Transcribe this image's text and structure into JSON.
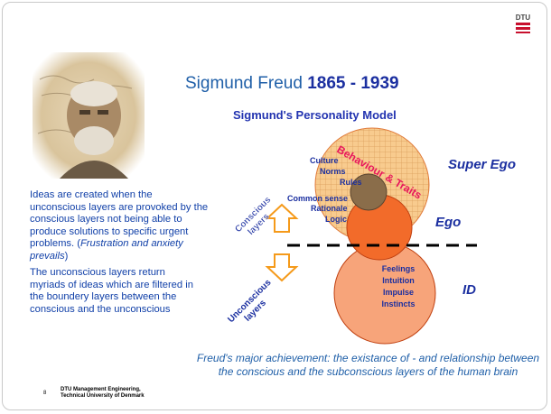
{
  "slide": {
    "title_name": "Sigmund Freud",
    "title_years": "1865 - 1939",
    "subtitle": "Sigmund's Personality Model",
    "paragraph1_main": "Ideas are created when the unconscious layers are provoked by the conscious layers not being able to produce solutions to specific urgent problems. (",
    "paragraph1_italic": "Frustration and anxiety prevails",
    "paragraph1_end": ")",
    "paragraph2": "The unconscious layers return myriads of ideas which are filtered in the boundery layers between the conscious and the unconscious",
    "conclusion": "Freud's major achievement: the existance of - and relationship between the conscious and the subconscious layers of the human brain",
    "page_number": "8",
    "footer_line1": "DTU Management Engineering,",
    "footer_line2": "Technical University of Denmark",
    "logo_text": "DTU"
  },
  "diagram": {
    "super_ego_label": "Super Ego",
    "ego_label": "Ego",
    "id_label": "ID",
    "conscious_label": "Conscious layers",
    "unconscious_label": "Unconscious layers",
    "behaviour_label": "Behaviour & Traits",
    "upper_items": [
      "Culture",
      "Norms",
      "Rules",
      "Common sense",
      "Rationale",
      "Logic"
    ],
    "id_items": [
      "Feelings",
      "Intuition",
      "Impulse",
      "Instincts"
    ],
    "colors": {
      "super_ego_fill": "#ffd7a8",
      "ego_fill": "#f26b2a",
      "id_fill": "#f7a47a",
      "grid_circle": "#8a6d4a",
      "arrow": "#f59a1a",
      "behaviour_text": "#e8175d",
      "label_blue": "#1b2fa0"
    }
  }
}
